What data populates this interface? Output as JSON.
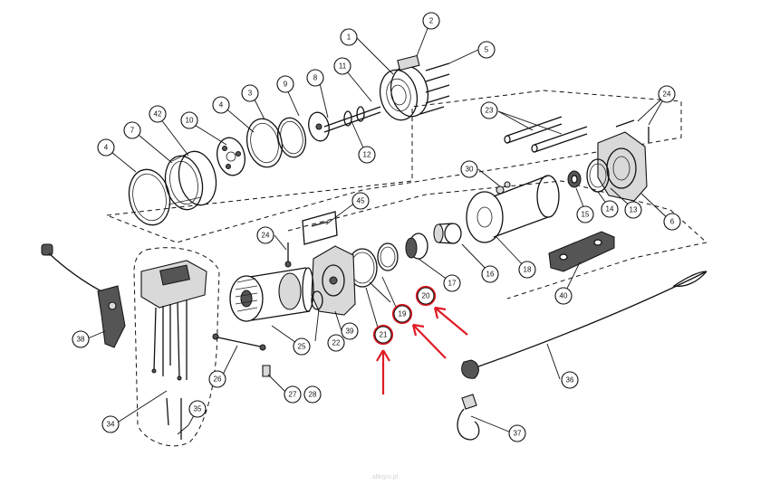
{
  "watermark": "allegro.pl",
  "callouts": {
    "c1": "1",
    "c2": "2",
    "c3": "3",
    "c4a": "4",
    "c4b": "4",
    "c5": "5",
    "c6": "6",
    "c7": "7",
    "c8": "8",
    "c9": "9",
    "c10": "10",
    "c11": "11",
    "c12": "12",
    "c13": "13",
    "c14": "14",
    "c15": "15",
    "c16": "16",
    "c17": "17",
    "c18": "18",
    "c19": "19",
    "c20": "20",
    "c21": "21",
    "c22": "22",
    "c23": "23",
    "c24a": "24",
    "c24b": "24",
    "c25": "25",
    "c26": "26",
    "c27": "27",
    "c28": "28",
    "c30": "30",
    "c34": "34",
    "c35": "35",
    "c36": "36",
    "c37": "37",
    "c38": "38",
    "c39": "39",
    "c40": "40",
    "c42": "42",
    "c45": "45"
  },
  "highlight_color": "#e01b24"
}
